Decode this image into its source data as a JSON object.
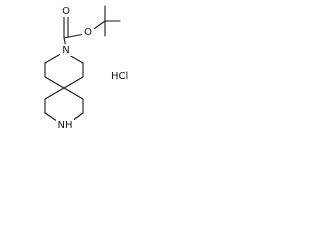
{
  "molecule": {
    "atoms": {
      "carbonyl_oxygen": "O",
      "ester_oxygen": "O",
      "piperidine_nitrogen_top": "N",
      "piperidine_nitrogen_bottom": "NH",
      "salt": "HCl"
    }
  },
  "colors": {
    "ink": "#1a1a1a",
    "background": "#ffffff"
  }
}
